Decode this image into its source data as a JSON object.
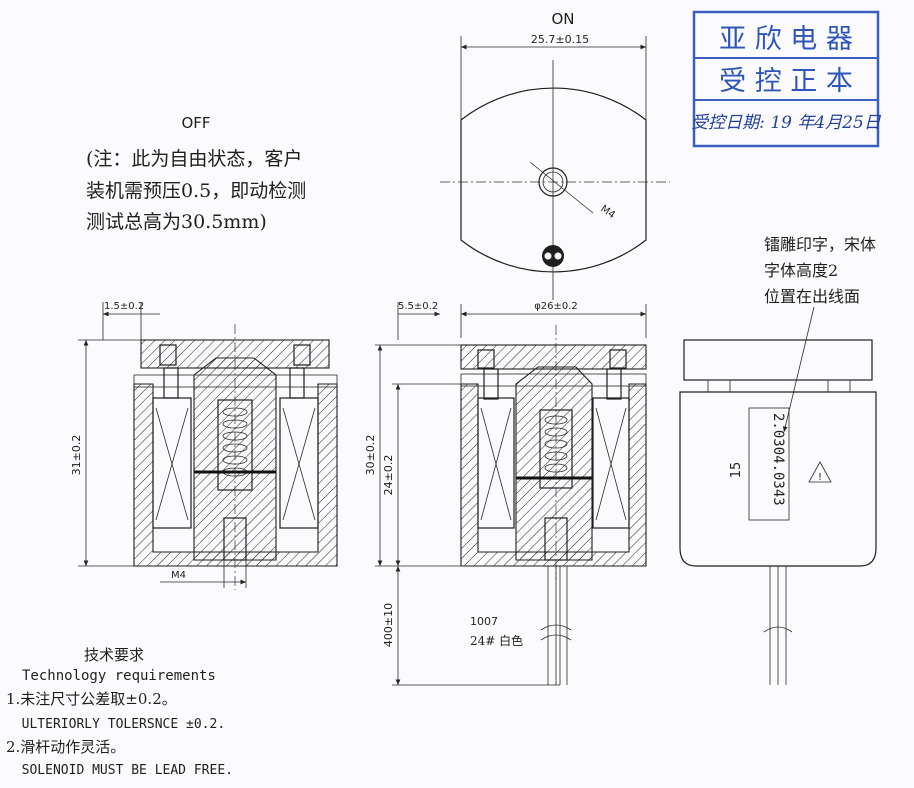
{
  "views": {
    "on_label": "ON",
    "off_label": "OFF",
    "off_note": [
      "(注：此为自由状态，客户",
      "装机需预压0.5，即动检测",
      "测试总高为30.5mm)"
    ]
  },
  "dimensions": {
    "top_width": "25.7±0.15",
    "thread_top": "M4",
    "off_offset": "1.5±0.2",
    "off_height": "31±0.2",
    "off_thread": "M4",
    "on_offset": "5.5±0.2",
    "on_diameter": "φ26±0.2",
    "on_height_total": "30±0.2",
    "on_height_body": "24±0.2",
    "lead_length": "400±10"
  },
  "wire": {
    "type": "1007",
    "spec": "24# 白色"
  },
  "marking": {
    "note": [
      "镭雕印字，宋体",
      "字体高度2",
      "位置在出线面"
    ],
    "code": "2.0304.0343",
    "size": "15"
  },
  "stamp": {
    "line1": "亚 欣 电 器",
    "line2": "受 控 正 本",
    "line3": "受控日期: 19 年4月25日"
  },
  "requirements": {
    "title_cn": "技术要求",
    "title_en": "Technology   requirements",
    "items": [
      "1.未注尺寸公差取±0.2。",
      "  ULTERIORLY TOLERSNCE ±0.2.",
      "2.滑杆动作灵活。",
      "  SOLENOID MUST BE LEAD FREE."
    ]
  }
}
